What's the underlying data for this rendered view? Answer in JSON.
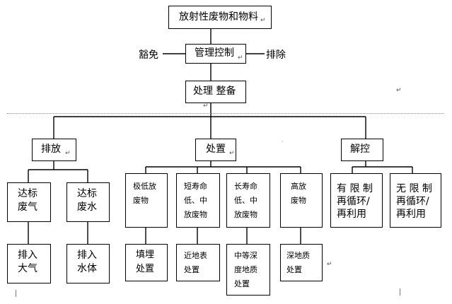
{
  "title": "放射性废物和物料",
  "control": "管理控制",
  "exempt": "豁免",
  "discharge": "排除",
  "treat": "处理 整备",
  "branches": {
    "emit": "排放",
    "dispose": "处置",
    "clear": "解控"
  },
  "emit_children": [
    {
      "line1": "达标",
      "line2": "废气",
      "result1": "排入",
      "result2": "大气"
    },
    {
      "line1": "达标",
      "line2": "废水",
      "result1": "排入",
      "result2": "水体"
    }
  ],
  "dispose_children": [
    {
      "lines": [
        "极低放",
        "废物"
      ],
      "result": [
        "填埋",
        "处置"
      ]
    },
    {
      "lines": [
        "短寿命",
        "低、中",
        "放废物"
      ],
      "result": [
        "近地表",
        "处置"
      ]
    },
    {
      "lines": [
        "长寿命",
        "低、中",
        "放废物"
      ],
      "result": [
        "中等深",
        "度地质",
        "处置"
      ]
    },
    {
      "lines": [
        "高放",
        "废物"
      ],
      "result": [
        "深地质",
        "处置"
      ]
    }
  ],
  "clear_children": [
    {
      "lines": [
        "有 限 制",
        "再循环/",
        "再利用"
      ]
    },
    {
      "lines": [
        "无 限 制",
        "再循环/",
        "再利用"
      ]
    }
  ],
  "paragraph_mark": "↵"
}
